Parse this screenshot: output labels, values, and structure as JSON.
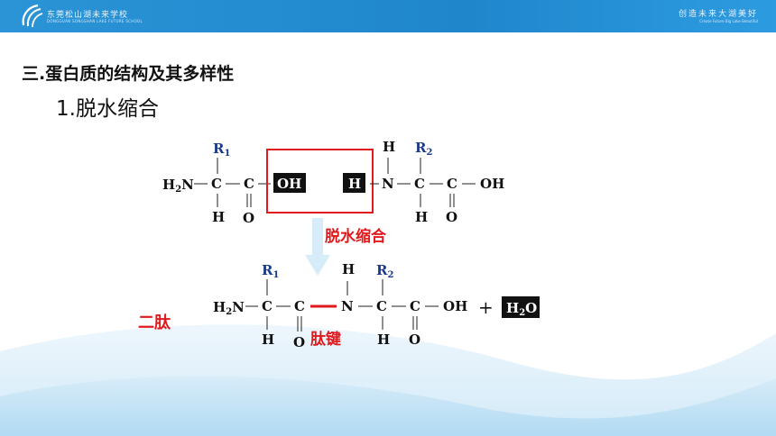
{
  "header": {
    "school_name": "东莞松山湖未来学校",
    "school_sub": "DONGGUAN SONGSHAN LAKE FUTURE SCHOOL",
    "slogan": "创造未来大湖美好",
    "slogan_sub": "Create Future Big Lake Beautiful"
  },
  "section_title": "三.蛋白质的结构及其多样性",
  "subsection_title": "1.脱水缩合",
  "reactants": {
    "left_amino_acid": {
      "r_group": "R",
      "r_sub": "1",
      "h2n": "H",
      "h2n_sub": "2",
      "n": "N",
      "alpha_c": "C",
      "carbonyl_c": "C",
      "h_bottom": "H",
      "o": "O",
      "oh": "OH"
    },
    "right_amino_acid": {
      "h_box": "H",
      "n": "N",
      "h_top": "H",
      "r_group": "R",
      "r_sub": "2",
      "alpha_c": "C",
      "carbonyl_c": "C",
      "oh": "OH",
      "h_bottom": "H",
      "o": "O"
    }
  },
  "reaction_label": "脱水缩合",
  "product": {
    "h2n": "H",
    "h2n_sub": "2",
    "n1": "N",
    "c1": "C",
    "r1": "R",
    "r1_sub": "1",
    "h1": "H",
    "c2": "C",
    "o1": "O",
    "n2": "N",
    "h_n": "H",
    "c3": "C",
    "r2": "R",
    "r2_sub": "2",
    "h3": "H",
    "c4": "C",
    "o2": "O",
    "oh": "OH",
    "plus": "+",
    "water": "H",
    "water_sub": "2",
    "water_o": "O"
  },
  "dipeptide_label": "二肽",
  "peptide_bond_label": "肽键",
  "colors": {
    "accent_red": "#e0191c",
    "r_group_blue": "#1a3a8a",
    "header_blue": "#2288cf"
  }
}
